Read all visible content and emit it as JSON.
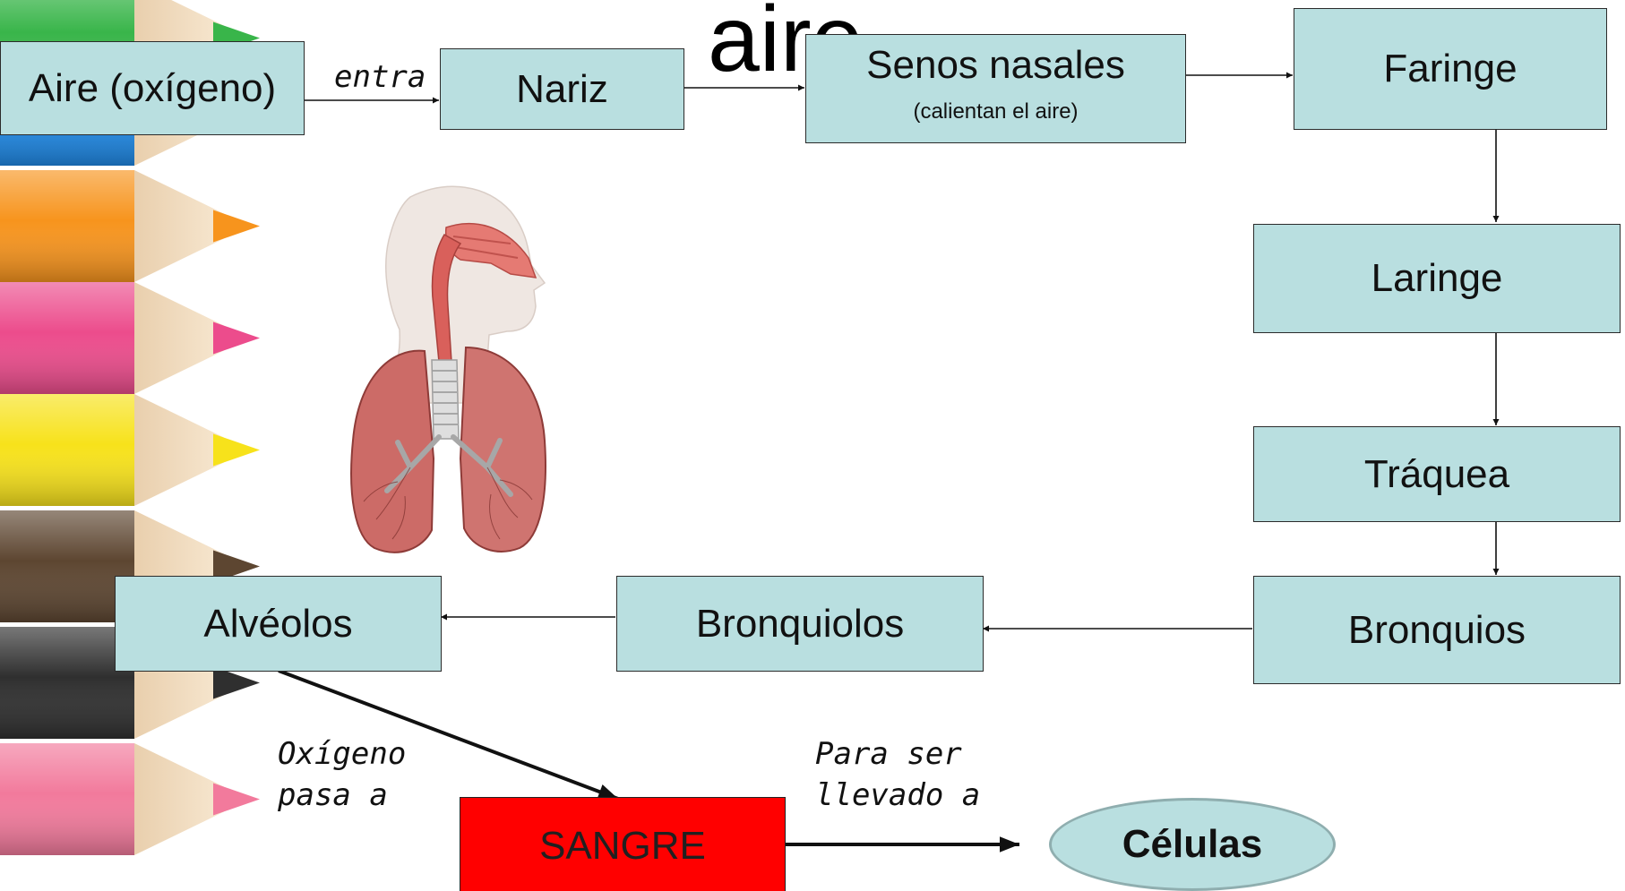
{
  "title_fragment": "aire",
  "nodes": {
    "aire": "Aire (oxígeno)",
    "nariz": "Nariz",
    "senos": "Senos nasales",
    "senos_sub": "(calientan el aire)",
    "faringe": "Faringe",
    "laringe": "Laringe",
    "traquea": "Tráquea",
    "bronquios": "Bronquios",
    "bronquiolos": "Bronquiolos",
    "alveolos": "Alvéolos",
    "sangre": "SANGRE",
    "celulas": "Células"
  },
  "labels": {
    "entra": "entra",
    "oxigeno_line1": "Oxígeno",
    "oxigeno_line2": "pasa a",
    "para_line1": "Para ser",
    "para_line2": "llevado a"
  },
  "colors": {
    "node_fill": "#b9dfe0",
    "sangre_fill": "#ff0000",
    "border": "#2b2b2b",
    "arrow": "#111111"
  },
  "pencil_colors": [
    "#39b54a",
    "#1e88e5",
    "#f7941d",
    "#ec4c8c",
    "#f7e21b",
    "#5d4631",
    "#2f2f2f",
    "#f27a9c"
  ]
}
